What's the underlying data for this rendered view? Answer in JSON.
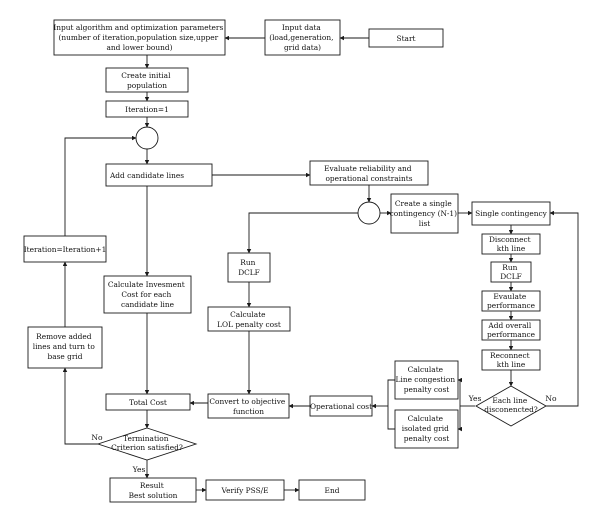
{
  "nodes": {
    "start": "Start",
    "input_data": [
      "Input data",
      "(load,generation,",
      "grid data)"
    ],
    "input_params": [
      "Input algorithm and optimization parameters",
      "(number of iteration,population size,upper",
      "and lower bound)"
    ],
    "create_pop": [
      "Create initial",
      "population"
    ],
    "iter_init": "Iteration=1",
    "add_lines": "Add candidate lines",
    "eval_rel": [
      "Evaluate reliability and",
      "operational constraints"
    ],
    "create_list": [
      "Create a single",
      "contingency (N-1)",
      "list"
    ],
    "single_cont": "Single contingency",
    "disconnect": [
      "Disconnect",
      "kth line"
    ],
    "run_dclf_r": [
      "Run",
      "DCLF"
    ],
    "evaluate_perf": [
      "Evaulate",
      "performance"
    ],
    "add_perf": [
      "Add overall",
      "performance"
    ],
    "reconnect": [
      "Reconnect",
      "kth line"
    ],
    "each_line": [
      "Each line",
      "disconencted?"
    ],
    "line_cong": [
      "Calculate",
      "Line congestion",
      "penalty cost"
    ],
    "isolated": [
      "Calculate",
      "isolated grid",
      "penalty cost"
    ],
    "op_cost": "Operational cost",
    "run_dclf_l": [
      "Run",
      "DCLF"
    ],
    "lol": [
      "Calculate",
      "LOL penalty cost"
    ],
    "convert": [
      "Convert to objective",
      "function"
    ],
    "invest": [
      "Calculate Invesment",
      "Cost for each",
      "candidate line"
    ],
    "total": "Total Cost",
    "termination": [
      "Termination",
      "Criterion satisfied?"
    ],
    "iter_inc": "Iteration=Iteration+1",
    "remove": [
      "Remove added",
      "lines and turn to",
      "base grid"
    ],
    "result": [
      "Result",
      "Best solution"
    ],
    "verify": "Verify PSS/E",
    "end": "End"
  },
  "edge_labels": {
    "no_each": "No",
    "yes_each": "Yes",
    "no_term": "No",
    "yes_term": "Yes"
  }
}
